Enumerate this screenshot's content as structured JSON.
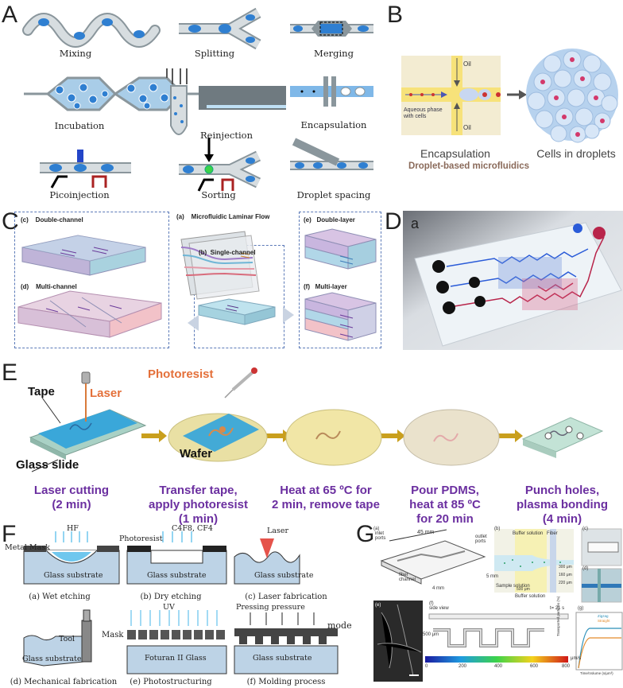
{
  "panels": {
    "a": "A",
    "b": "B",
    "c": "C",
    "d": "D",
    "e": "E",
    "f": "F",
    "g": "G"
  },
  "panel_a": {
    "mixing": "Mixing",
    "splitting": "Splitting",
    "merging": "Merging",
    "incubation": "Incubation",
    "reinjection": "Reinjection",
    "encapsulation": "Encapsulation",
    "picoinjection": "Picoinjection",
    "sorting": "Sorting",
    "droplet_spacing": "Droplet spacing"
  },
  "panel_b": {
    "oil_top": "Oil",
    "oil_bottom": "Oil",
    "aqueous": "Aqueous phase\nwith cells",
    "encapsulation": "Encapsulation",
    "cells_in_droplets": "Cells in droplets",
    "subtitle": "Droplet-based microfluidics"
  },
  "panel_c": {
    "title": "Microfluidic Laminar Flow",
    "items": [
      {
        "tag": "(a)",
        "label": "Microfluidic Laminar Flow"
      },
      {
        "tag": "(b)",
        "label": "Single-channel"
      },
      {
        "tag": "(c)",
        "label": "Double-channel"
      },
      {
        "tag": "(d)",
        "label": "Multi-channel"
      },
      {
        "tag": "(e)",
        "label": "Double-layer"
      },
      {
        "tag": "(f)",
        "label": "Multi-layer"
      }
    ]
  },
  "panel_d": {
    "tag": "a"
  },
  "panel_e": {
    "tape": "Tape",
    "laser": "Laser",
    "glass_slide": "Glass slide",
    "photoresist": "Photoresist",
    "wafer": "Wafer",
    "steps": [
      "Laser cutting\n(2 min)",
      "Transfer tape,\napply photoresist\n(1 min)",
      "Heat at 65 ºC for\n2 min, remove tape",
      "Pour PDMS,\nheat at 85 ºC\nfor 20 min",
      "Punch holes,\nplasma bonding\n(4 min)"
    ]
  },
  "panel_f": {
    "metal_mask": "Metal Mask",
    "hf": "HF",
    "photoresist": "Photoresist",
    "gases": "C4F8, CF4",
    "laser": "Laser",
    "tool": "Tool",
    "mask": "Mask",
    "uv": "UV",
    "pressing": "Pressing pressure",
    "mode": "mode",
    "glass_substrate": "Glass substrate",
    "foturan": "Foturan II Glass",
    "captions": [
      "(a) Wet etching",
      "(b) Dry etching",
      "(c) Laser fabrication",
      "(d) Mechanical fabrication",
      "(e) Photostructuring",
      "(f) Molding process"
    ]
  },
  "panel_g": {
    "dims": {
      "w45": "45 mm",
      "inlet": "inlet\nports",
      "outlet": "outlet\nports",
      "fiber_channel": "fiber\nchannel",
      "h4": "4 mm",
      "h5": "5 mm"
    },
    "buffer": "Buffer solution",
    "fiber": "Fiber",
    "sample": "Sample solution",
    "buffer2": "Buffer solution",
    "d500": "500 μm",
    "d300": "300 μm",
    "d160": "160 μm",
    "d220": "220 μm",
    "side_view": "side view",
    "time": "t= 21 s",
    "d500b": "500 μm",
    "colorbar_ticks": [
      "0",
      "200",
      "400",
      "600",
      "800"
    ],
    "colorbar_unit": "μm/s",
    "legend": [
      "Zigzag",
      "Straight"
    ],
    "xlabel": "Time/Volume (s/μm³)",
    "ylabel": "Transported particles (%)",
    "tags": [
      "(a)",
      "(b)",
      "(c)",
      "(d)",
      "(e)",
      "(f)",
      "(g)"
    ]
  }
}
